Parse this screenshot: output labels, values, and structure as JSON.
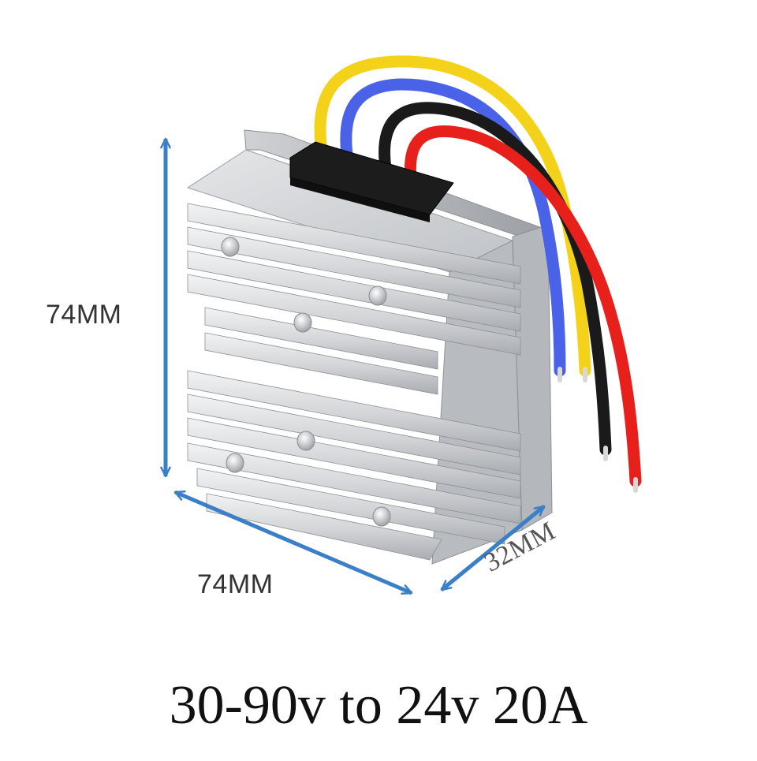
{
  "dimensions": {
    "height": "74MM",
    "width": "74MM",
    "depth": "32MM"
  },
  "caption": "30-90v to 24v  20A",
  "colors": {
    "dimension_arrow": "#3a7fc8",
    "wire_yellow": "#f4d21a",
    "wire_blue": "#4a62e8",
    "wire_black": "#1a1a1a",
    "wire_red": "#e8201c",
    "housing": "#c8cacd"
  },
  "icons": {
    "product": "aluminum-heatsink-converter-image",
    "arrows": "dimension-double-arrow"
  }
}
